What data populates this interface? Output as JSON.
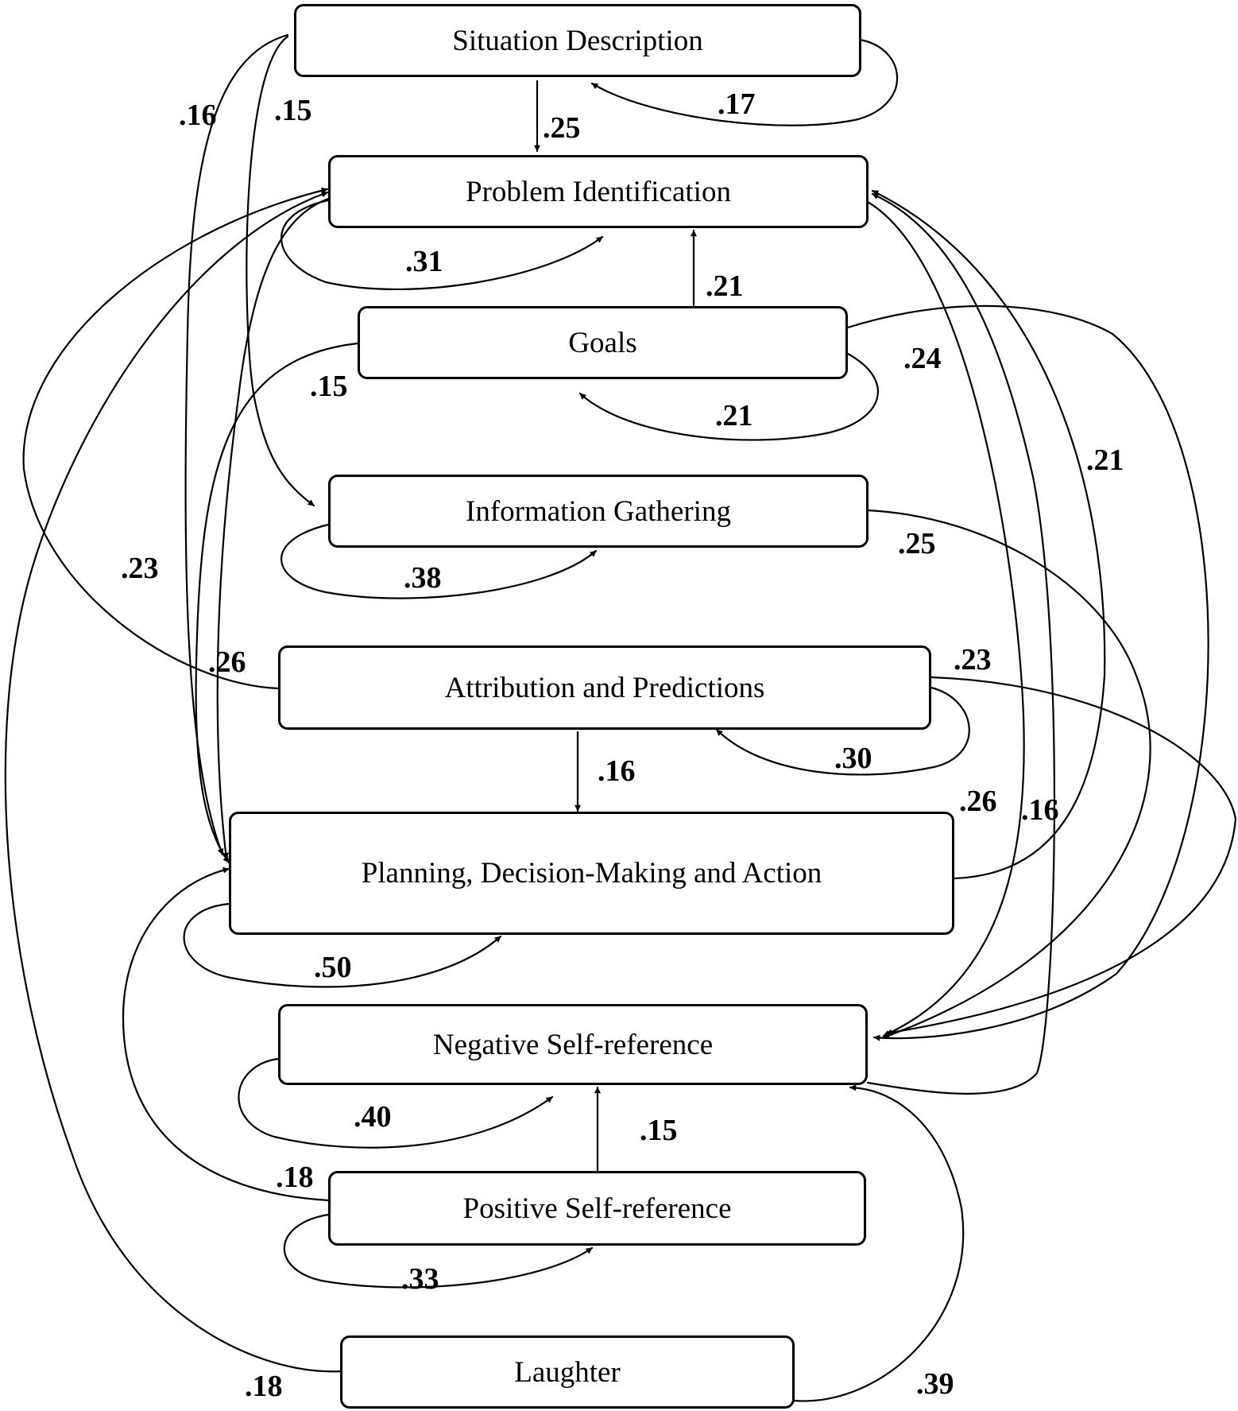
{
  "nodes": {
    "situation": "Situation Description",
    "problem": "Problem Identification",
    "goals": "Goals",
    "info": "Information Gathering",
    "attribution": "Attribution and Predictions",
    "planning": "Planning, Decision-Making and Action",
    "negative": "Negative Self-reference",
    "positive": "Positive Self-reference",
    "laughter": "Laughter"
  },
  "edges": [
    {
      "id": "sit-self",
      "from": "Situation Description",
      "to": "Situation Description",
      "weight": ".17"
    },
    {
      "id": "sit-prob",
      "from": "Situation Description",
      "to": "Problem Identification",
      "weight": ".25"
    },
    {
      "id": "sit-plan",
      "from": "Situation Description",
      "to": "Planning, Decision-Making and Action",
      "weight": ".16"
    },
    {
      "id": "sit-info",
      "from": "Situation Description",
      "to": "Information Gathering",
      "weight": ".15"
    },
    {
      "id": "prob-self",
      "from": "Problem Identification",
      "to": "Problem Identification",
      "weight": ".31"
    },
    {
      "id": "prob-plan",
      "from": "Problem Identification",
      "to": "Planning, Decision-Making and Action",
      "weight": ".23"
    },
    {
      "id": "goals-prob",
      "from": "Goals",
      "to": "Problem Identification",
      "weight": ".21"
    },
    {
      "id": "goals-self",
      "from": "Goals",
      "to": "Goals",
      "weight": ".21"
    },
    {
      "id": "goals-plan",
      "from": "Goals",
      "to": "Planning, Decision-Making and Action",
      "weight": ".15"
    },
    {
      "id": "goals-neg",
      "from": "Goals",
      "to": "Negative Self-reference",
      "weight": ".24"
    },
    {
      "id": "info-self",
      "from": "Information Gathering",
      "to": "Information Gathering",
      "weight": ".38"
    },
    {
      "id": "info-neg",
      "from": "Information Gathering",
      "to": "Negative Self-reference",
      "weight": ".25"
    },
    {
      "id": "attr-prob",
      "from": "Attribution and Predictions",
      "to": "Problem Identification",
      "weight": ".26"
    },
    {
      "id": "attr-self",
      "from": "Attribution and Predictions",
      "to": "Attribution and Predictions",
      "weight": ".30"
    },
    {
      "id": "attr-plan",
      "from": "Attribution and Predictions",
      "to": "Planning, Decision-Making and Action",
      "weight": ".16"
    },
    {
      "id": "attr-neg",
      "from": "Attribution and Predictions",
      "to": "Negative Self-reference",
      "weight": ".23"
    },
    {
      "id": "plan-self",
      "from": "Planning, Decision-Making and Action",
      "to": "Planning, Decision-Making and Action",
      "weight": ".50"
    },
    {
      "id": "plan-prob",
      "from": "Planning, Decision-Making and Action",
      "to": "Problem Identification",
      "weight": ".26"
    },
    {
      "id": "neg-self",
      "from": "Negative Self-reference",
      "to": "Negative Self-reference",
      "weight": ".40"
    },
    {
      "id": "neg-prob",
      "from": "Negative Self-reference",
      "to": "Problem Identification",
      "weight": ".16"
    },
    {
      "id": "neg-prob-2",
      "from": "Problem Identification",
      "to": "Negative Self-reference",
      "weight": ".21"
    },
    {
      "id": "pos-self",
      "from": "Positive Self-reference",
      "to": "Positive Self-reference",
      "weight": ".33"
    },
    {
      "id": "pos-neg",
      "from": "Positive Self-reference",
      "to": "Negative Self-reference",
      "weight": ".15"
    },
    {
      "id": "pos-plan",
      "from": "Positive Self-reference",
      "to": "Planning, Decision-Making and Action",
      "weight": ".18"
    },
    {
      "id": "laugh-prob",
      "from": "Laughter",
      "to": "Problem Identification",
      "weight": ".18"
    },
    {
      "id": "laugh-neg",
      "from": "Laughter",
      "to": "Negative Self-reference",
      "weight": ".39"
    }
  ]
}
